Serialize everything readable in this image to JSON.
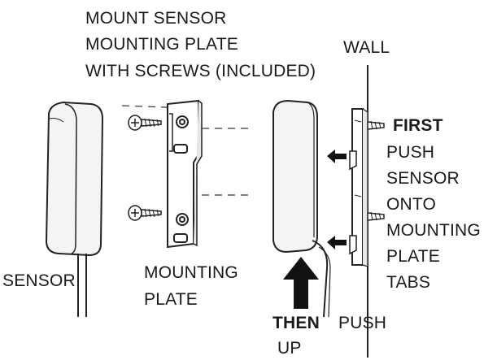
{
  "labels": {
    "mount_line1": "MOUNT SENSOR",
    "mount_line2": "MOUNTING PLATE",
    "mount_line3": "WITH SCREWS (INCLUDED)",
    "wall": "WALL",
    "sensor": "SENSOR",
    "mounting_plate_line1": "MOUNTING",
    "mounting_plate_line2": "PLATE",
    "first": "FIRST",
    "first_steps": [
      "PUSH",
      "SENSOR",
      "ONTO",
      "MOUNTING",
      "PLATE",
      "TABS"
    ],
    "then": "THEN",
    "then_push": "PUSH",
    "then_up": "UP"
  },
  "icons": [
    "sensor-device",
    "mounting-plate",
    "screw-icon",
    "wall-line",
    "arrow-left-icon",
    "arrow-up-icon"
  ]
}
